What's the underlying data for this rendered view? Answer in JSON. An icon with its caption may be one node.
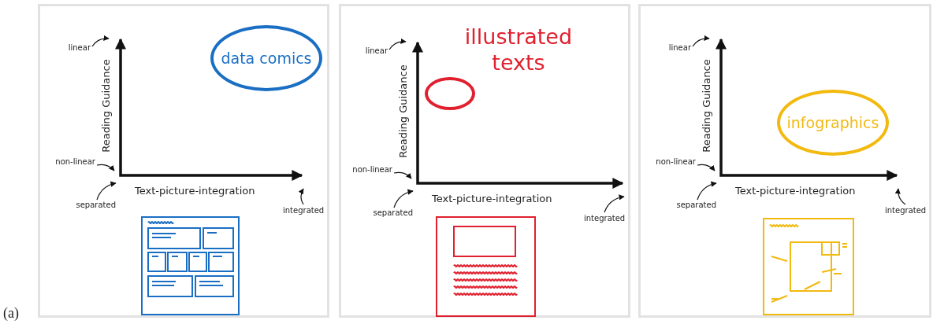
{
  "diagram": {
    "nodes": [
      {
        "text": [
          "linear"
        ]
      },
      {
        "text": [
          "data comics"
        ]
      },
      {
        "text": [
          "non-linear"
        ]
      },
      {
        "text": [
          "separated"
        ]
      },
      {
        "text": [
          "integrated"
        ]
      },
      {
        "text": [
          "linear"
        ]
      },
      {
        "text": [],
        "shape": "circle",
        "beside": [
          "illustrated texts"
        ]
      },
      {
        "text": [
          "non-linear"
        ]
      },
      {
        "text": [
          "separated"
        ]
      },
      {
        "text": [
          "integrated"
        ]
      },
      {
        "text": [
          "linear"
        ]
      },
      {
        "text": [
          "infographics"
        ]
      },
      {
        "text": [
          "non-linear"
        ]
      },
      {
        "text": [
          "separated"
        ]
      },
      {
        "text": [
          "integrated"
        ]
      }
    ],
    "edges": [
      {
        "from": 0,
        "to": null,
        "arrow": "to"
      },
      {
        "from": 2,
        "to": null,
        "arrow": "to"
      },
      {
        "from": 3,
        "to": null,
        "arrow": "to"
      },
      {
        "from": 4,
        "to": null,
        "arrow": "to"
      },
      {
        "from": 5,
        "to": null,
        "arrow": "to"
      },
      {
        "from": 7,
        "to": null,
        "arrow": "to"
      },
      {
        "from": 8,
        "to": null,
        "arrow": "to"
      },
      {
        "from": 9,
        "to": null,
        "arrow": "to"
      },
      {
        "from": 10,
        "to": null,
        "arrow": "to"
      },
      {
        "from": 12,
        "to": null,
        "arrow": "to"
      },
      {
        "from": 13,
        "to": null,
        "arrow": "to"
      },
      {
        "from": 14,
        "to": null,
        "arrow": "to"
      }
    ],
    "labels": [
      "Reading Guidance",
      "Text-picture-integration",
      "Reading Guidance",
      "Text-picture-integration",
      "Reading Guidance",
      "Text-picture-integration",
      "(a)"
    ]
  }
}
